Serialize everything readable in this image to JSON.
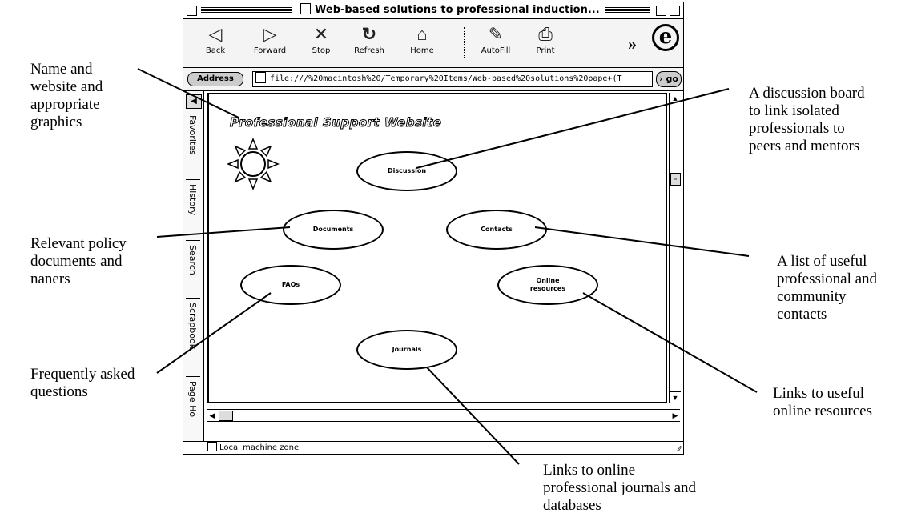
{
  "window": {
    "title": "Web-based solutions to professional induction...",
    "toolbar": [
      {
        "label": "Back",
        "icon": "back-icon",
        "glyph": "◁"
      },
      {
        "label": "Forward",
        "icon": "forward-icon",
        "glyph": "▷"
      },
      {
        "label": "Stop",
        "icon": "stop-icon",
        "glyph": "✕"
      },
      {
        "label": "Refresh",
        "icon": "refresh-icon",
        "glyph": "↻"
      },
      {
        "label": "Home",
        "icon": "home-icon",
        "glyph": "⌂"
      },
      {
        "label": "AutoFill",
        "icon": "autofill-icon",
        "glyph": "✎"
      },
      {
        "label": "Print",
        "icon": "print-icon",
        "glyph": "⎙"
      }
    ],
    "more_glyph": "»",
    "logo_glyph": "e",
    "address_label": "Address",
    "address_value": "file:///%20macintosh%20/Temporary%20Items/Web-based%20solutions%20pape+(T",
    "go_label": "go",
    "go_glyph": "›",
    "sidebar_tabs": [
      "Favorites",
      "History",
      "Search",
      "Scrapbook",
      "Page Ho"
    ],
    "status_text": "Local machine zone"
  },
  "site": {
    "title": "Professional Support Website",
    "ovals": {
      "discussion": "Discussion",
      "documents": "Documents",
      "contacts": "Contacts",
      "faqs": "FAQs",
      "online": "Online resources",
      "journals": "Journals"
    }
  },
  "annotations": {
    "name": "Name and website and appropriate graphics",
    "discussion": "A discussion board to link isolated professionals to peers and mentors",
    "documents": "Relevant policy documents and naners",
    "contacts": "A list of useful professional and community contacts",
    "faqs": "Frequently asked questions",
    "online": "Links to useful online resources",
    "journals": "Links to online professional journals and databases"
  }
}
